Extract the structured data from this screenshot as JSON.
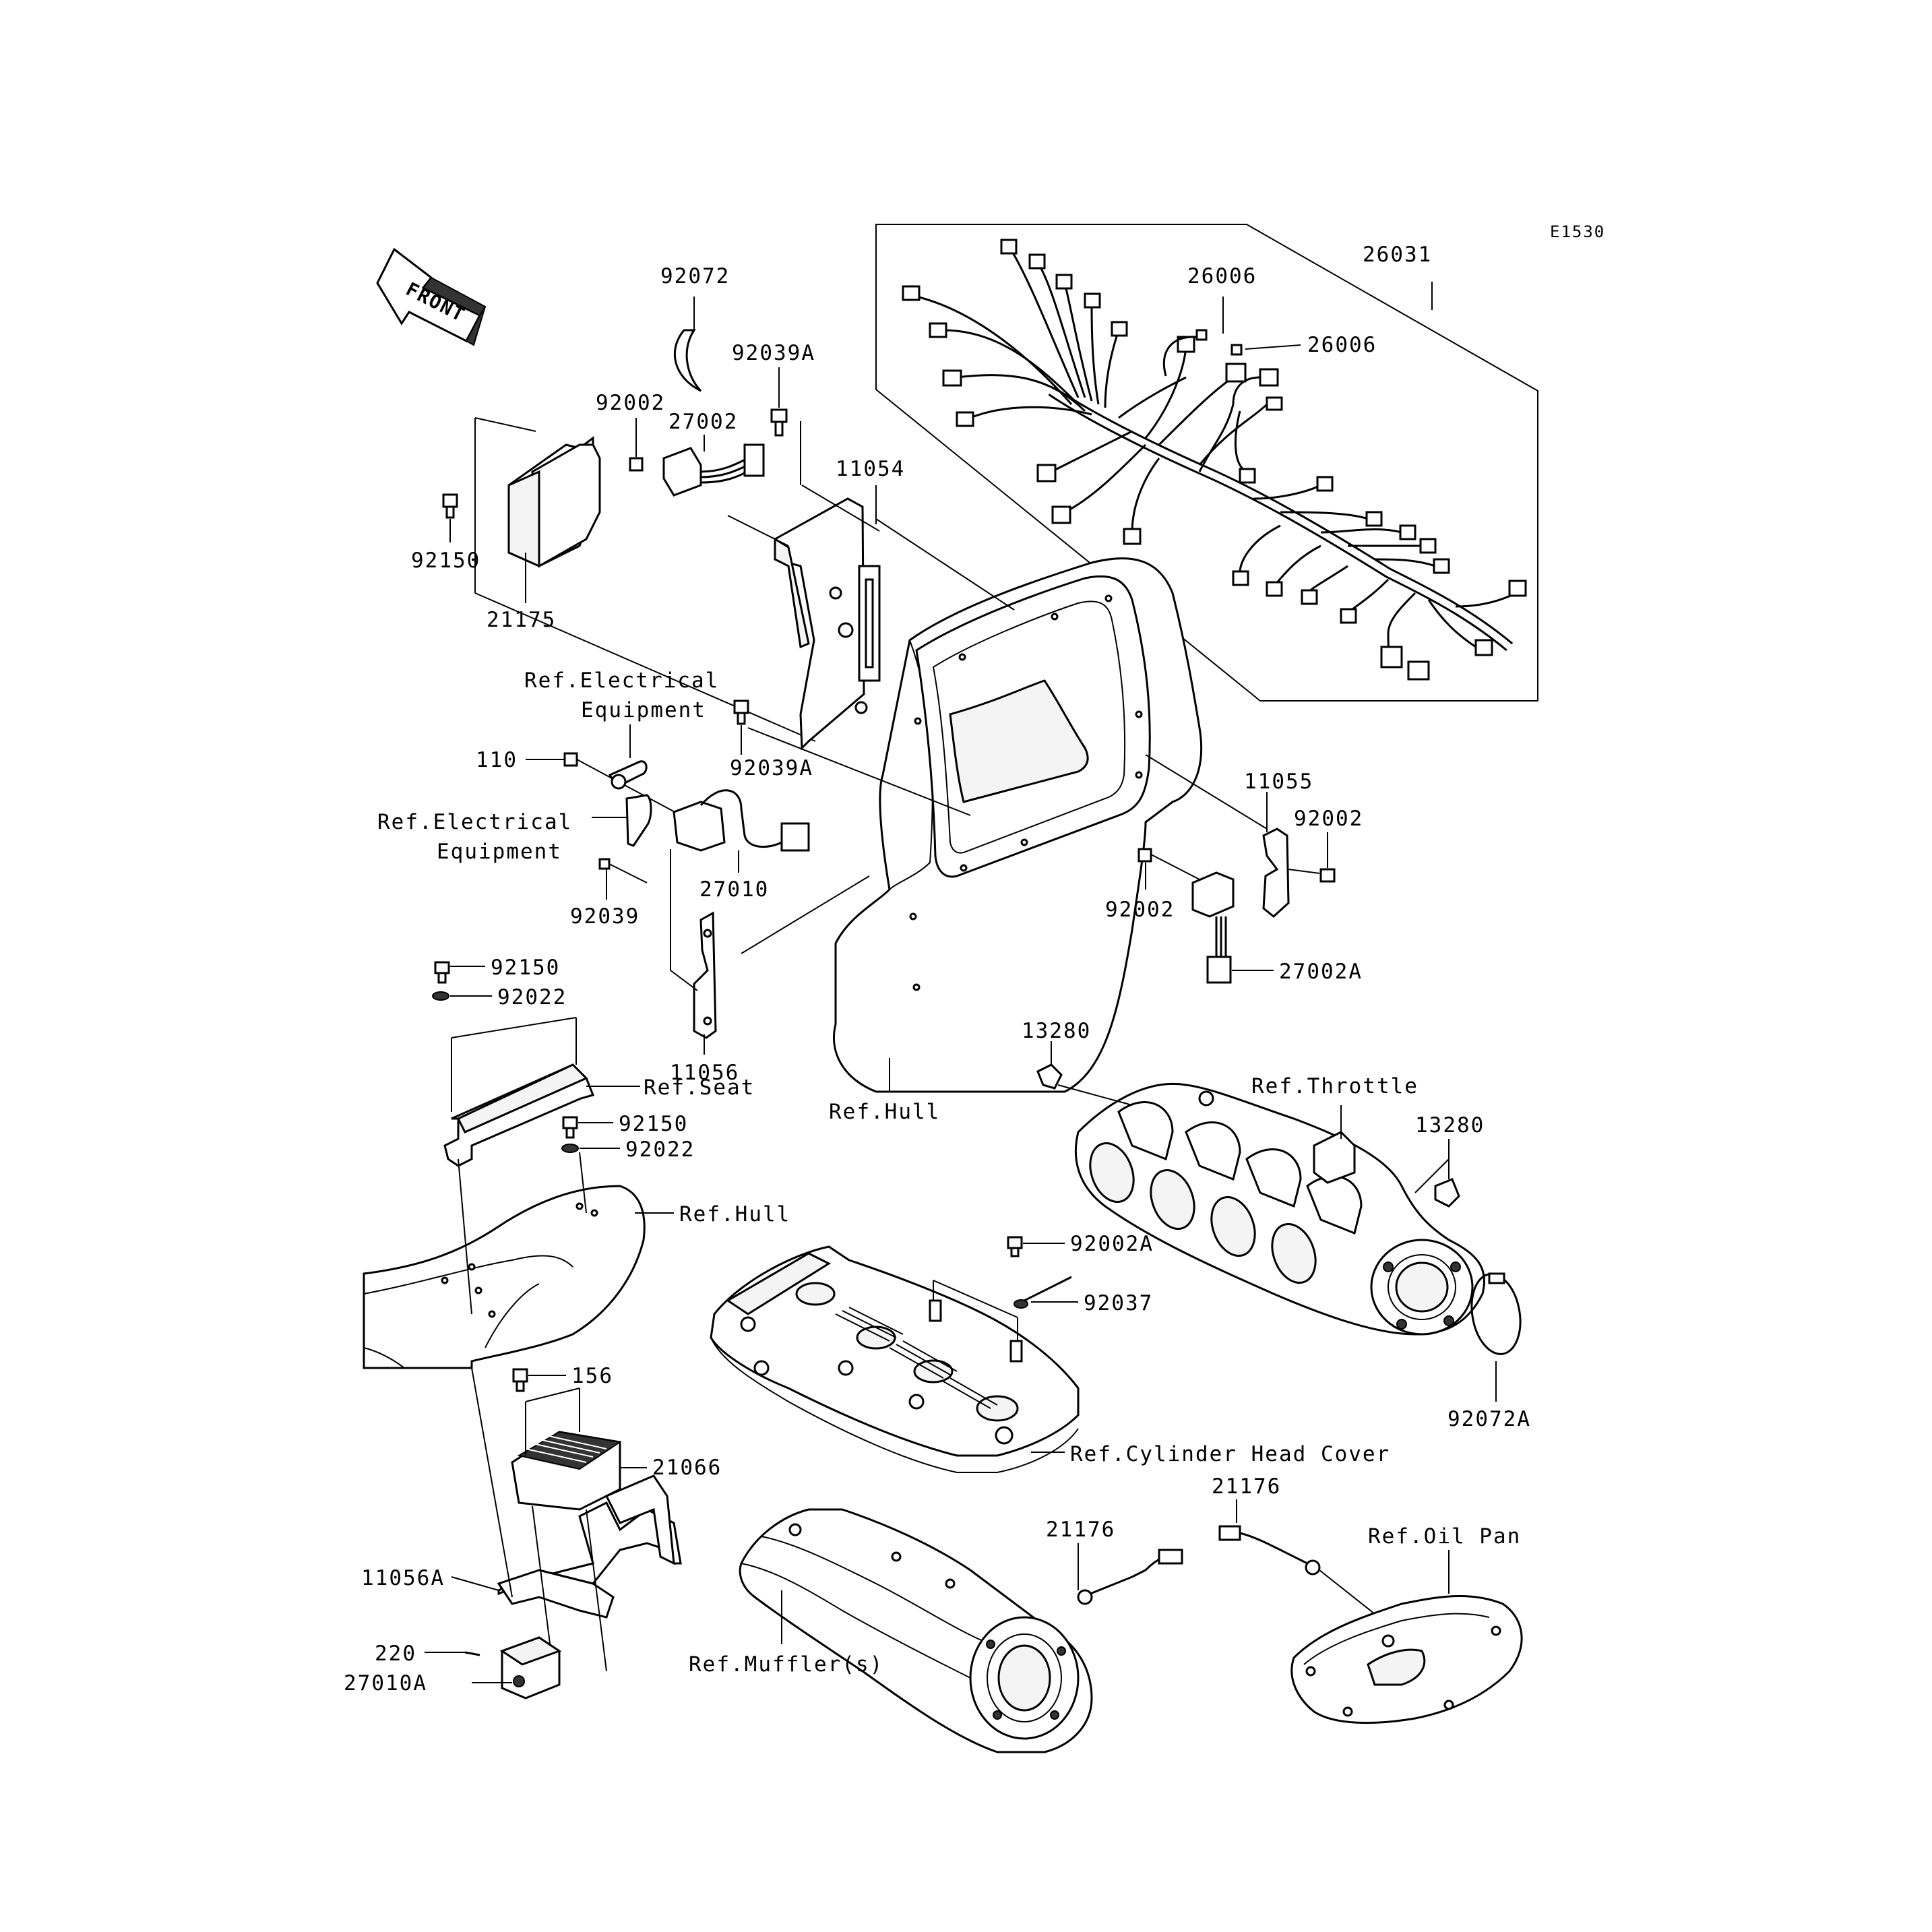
{
  "code": "E1530",
  "front": "FRONT",
  "parts": {
    "p26031": "26031",
    "p26006a": "26006",
    "p26006b": "26006",
    "p92072": "92072",
    "p92039A_top": "92039A",
    "p92002_top": "92002",
    "p27002": "27002",
    "p11054": "11054",
    "p92150_top": "92150",
    "p21175": "21175",
    "p92039A_mid": "92039A",
    "p110": "110",
    "p27010": "27010",
    "p92039": "92039",
    "p11056": "11056",
    "p11055": "11055",
    "p92002_right": "92002",
    "p92002_left": "92002",
    "p27002A": "27002A",
    "p92150_a": "92150",
    "p92022_a": "92022",
    "p92150_b": "92150",
    "p92022_b": "92022",
    "p13280_a": "13280",
    "p13280_b": "13280",
    "p92002A": "92002A",
    "p92037": "92037",
    "p92072A": "92072A",
    "p156": "156",
    "p21066": "21066",
    "p11056A": "11056A",
    "p220": "220",
    "p27010A": "27010A",
    "p21176_a": "21176",
    "p21176_b": "21176"
  },
  "refs": {
    "elec1_l1": "Ref.Electrical",
    "elec1_l2": "Equipment",
    "elec2_l1": "Ref.Electrical",
    "elec2_l2": "Equipment",
    "seat": "Ref.Seat",
    "hull1": "Ref.Hull",
    "hull2": "Ref.Hull",
    "throttle": "Ref.Throttle",
    "cyl_head": "Ref.Cylinder Head Cover",
    "muffler": "Ref.Muffler(s)",
    "oil_pan": "Ref.Oil Pan"
  },
  "icons": {
    "front_arrow": "front-arrow-icon"
  }
}
